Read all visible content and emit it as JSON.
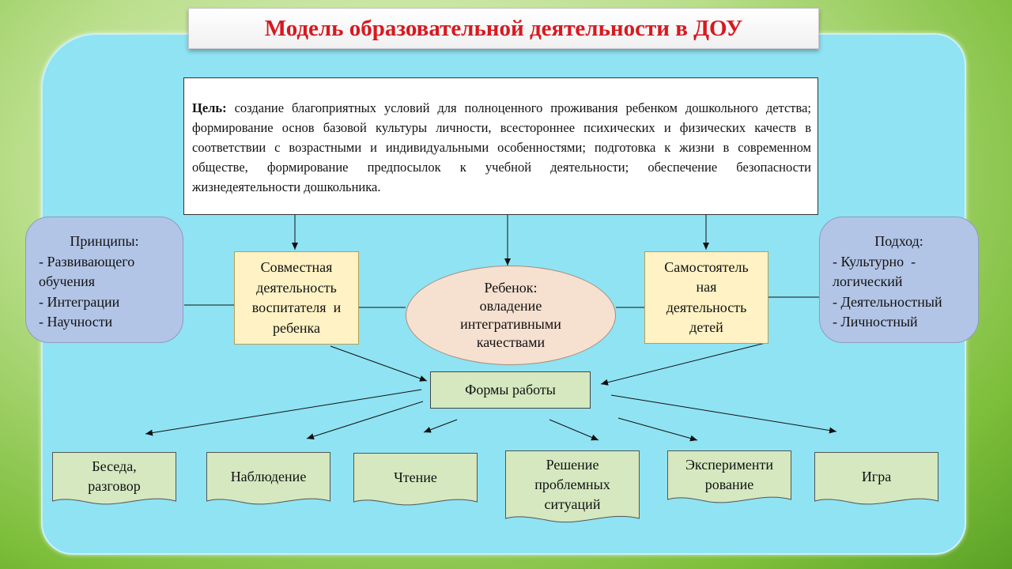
{
  "title": "Модель образовательной деятельности в ДОУ",
  "goal": {
    "label": "Цель:",
    "text": " создание благоприятных условий для полноценного проживания ребенком дошкольного детства; формирование основ базовой культуры личности, всестороннее психических и физических качеств в соответствии с возрастными и индивидуальными особенностями; подготовка к жизни в современном обществе, формирование предпосылок к учебной деятельности; обеспечение безопасности жизнедеятельности дошкольника."
  },
  "principles": {
    "heading": "Принципы:",
    "items": [
      "- Развивающего",
      "обучения",
      "- Интеграции",
      "- Научности"
    ]
  },
  "approach": {
    "heading": "Подход:",
    "items": [
      "- Культурно  -",
      "логический",
      "- Деятельностный",
      "- Личностный"
    ]
  },
  "joint_activity": [
    "Совместная",
    "деятельность",
    "воспитателя  и",
    "ребенка"
  ],
  "independent_activity": [
    "Самостоятель",
    "ная",
    "деятельность",
    "детей"
  ],
  "child": [
    "Ребенок:",
    "овладение",
    "интегративными",
    "качествами"
  ],
  "forms_label": "Формы работы",
  "forms": [
    [
      "Беседа,",
      "разговор"
    ],
    [
      "Наблюдение"
    ],
    [
      "Чтение"
    ],
    [
      "Решение",
      "проблемных",
      "ситуаций"
    ],
    [
      "Эксперименти",
      "рование"
    ],
    [
      "Игра"
    ]
  ],
  "colors": {
    "title": "#d71920",
    "panel": "#8fe3f3",
    "side_boxes": "#b3c5e6",
    "yellow_boxes": "#fff2c4",
    "ellipse": "#f6e0d0",
    "form_cards": "#d5e8c0"
  }
}
